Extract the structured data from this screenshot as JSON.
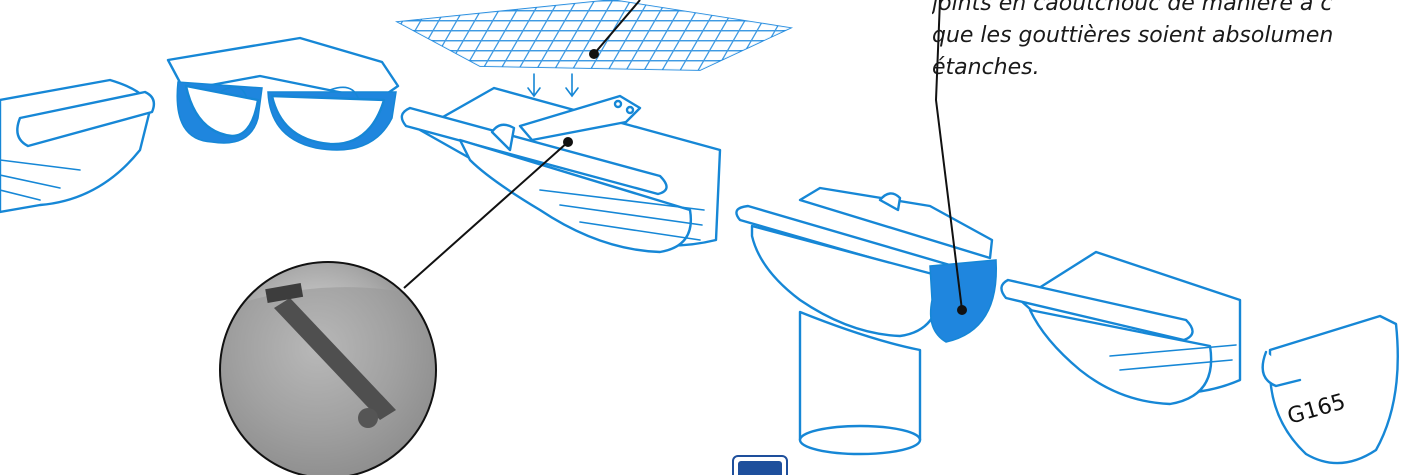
{
  "caption": {
    "line1": "joints en caoutchouc de manière à c",
    "line2": "que les gouttières soient absolumen",
    "line3": "étanches."
  },
  "part_label": "G165",
  "colors": {
    "outline": "#1687d6",
    "fill_blue": "#1f86de",
    "leader": "#111111",
    "badge": "#1e4f9c"
  },
  "icons": [
    "gutter-icon",
    "corner-icon",
    "leaf-guard-icon",
    "bracket-icon",
    "outlet-icon",
    "end-cap-icon",
    "photo-detail"
  ]
}
